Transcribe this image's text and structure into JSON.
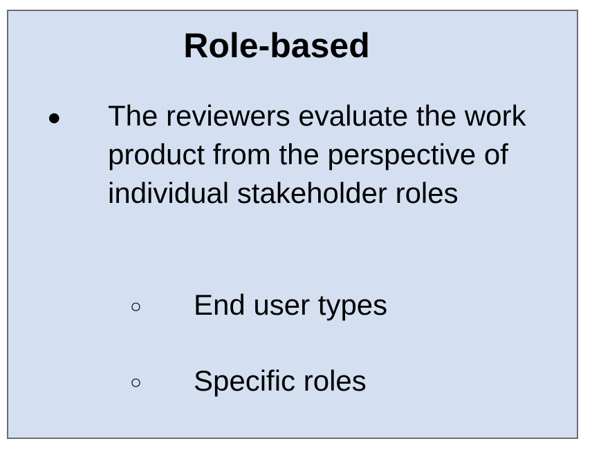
{
  "slide": {
    "title": "Role-based",
    "bullets": [
      {
        "marker": "●",
        "text": "The reviewers evaluate the work product from the perspective of individual stakeholder roles",
        "sub_bullets": [
          {
            "marker": "○",
            "text": "End user types"
          },
          {
            "marker": "○",
            "text": "Specific roles"
          }
        ]
      }
    ]
  },
  "colors": {
    "panel_background": "#d4e0f1",
    "panel_border": "#6b6b6b",
    "text": "#000000"
  }
}
